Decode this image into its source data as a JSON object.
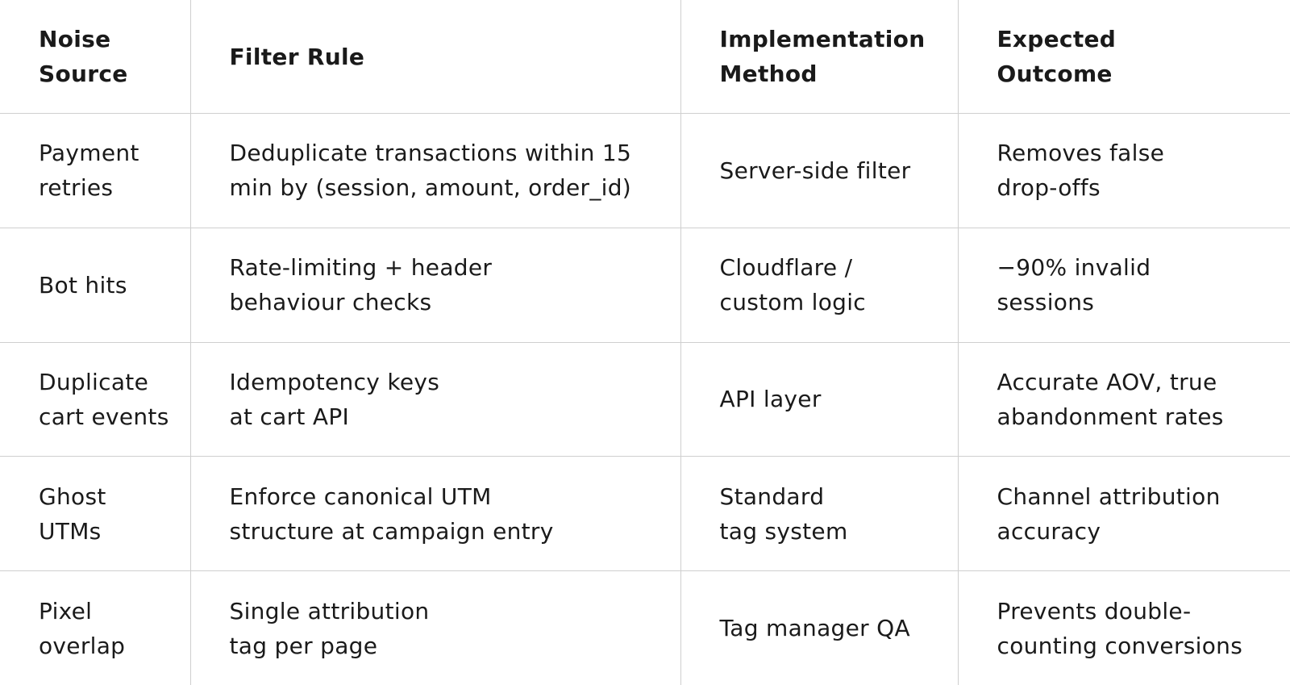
{
  "table": {
    "headers": [
      "Noise\nSource",
      "Filter Rule",
      "Implementation\nMethod",
      "Expected\nOutcome"
    ],
    "rows": [
      [
        "Payment\nretries",
        "Deduplicate transactions within 15\nmin by (session, amount, order_id)",
        "Server-side filter",
        "Removes false\ndrop-offs"
      ],
      [
        "Bot hits",
        "Rate-limiting + header\nbehaviour checks",
        "Cloudflare /\ncustom logic",
        "−90% invalid\nsessions"
      ],
      [
        "Duplicate\ncart events",
        "Idempotency keys\nat cart API",
        "API layer",
        "Accurate AOV, true\nabandonment rates"
      ],
      [
        "Ghost\nUTMs",
        "Enforce canonical UTM\nstructure at campaign entry",
        "Standard\ntag system",
        "Channel attribution\naccuracy"
      ],
      [
        "Pixel\noverlap",
        "Single attribution\ntag per page",
        "Tag manager QA",
        "Prevents double-\ncounting conversions"
      ]
    ]
  }
}
